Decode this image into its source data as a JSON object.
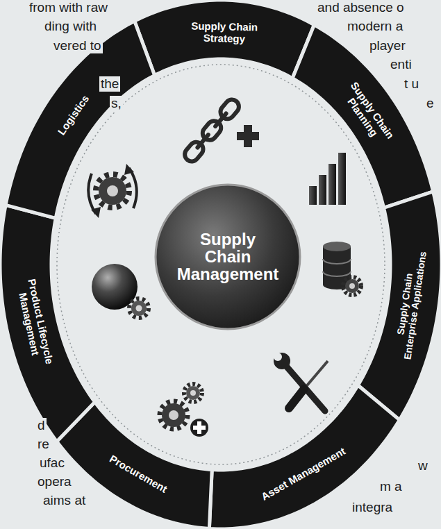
{
  "diagram": {
    "nodes": [
      {
        "text": [
          "Supply Chain Management"
        ]
      },
      {
        "text": [
          "Supply Chain Strategy"
        ]
      },
      {
        "text": [
          "Supply Chain Planning"
        ]
      },
      {
        "text": [
          "Supply Chain Enterprise Applications"
        ]
      },
      {
        "text": [
          "Asset Management"
        ]
      },
      {
        "text": [
          "Procurement"
        ]
      },
      {
        "text": [
          "Product Lifecycle Management"
        ]
      },
      {
        "text": [
          "Logistics"
        ]
      }
    ],
    "labels": [
      "from with raw",
      "and absence o",
      "ding with",
      "modern a",
      "vered to",
      "player",
      "enti",
      "the",
      "t u",
      "s,",
      "e",
      "d",
      "re",
      "ufac",
      "w",
      "opera",
      "m a",
      "aims at",
      "integra"
    ]
  }
}
